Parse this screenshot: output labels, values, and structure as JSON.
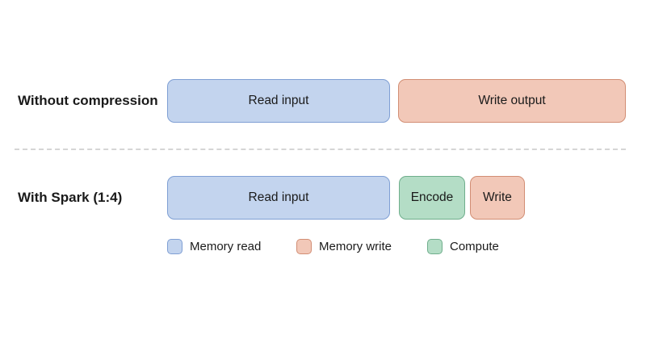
{
  "colors": {
    "background": "#ffffff",
    "text": "#1a1a1a",
    "divider": "#d5d5d5",
    "blue-fill": "#c3d4ee",
    "blue-border": "#7f9fd4",
    "salmon-fill": "#f2c8b8",
    "salmon-border": "#d28e74",
    "green-fill": "#b4ddc6",
    "green-border": "#6fae8c"
  },
  "rows": [
    {
      "label": "Without compression",
      "segments": [
        {
          "label": "Read input",
          "type": "memory-read"
        },
        {
          "label": "Write output",
          "type": "memory-write"
        }
      ]
    },
    {
      "label": "With Spark (1:4)",
      "segments": [
        {
          "label": "Read input",
          "type": "memory-read"
        },
        {
          "label": "Encode",
          "type": "compute"
        },
        {
          "label": "Write",
          "type": "memory-write"
        }
      ]
    }
  ],
  "legend": {
    "items": [
      {
        "label": "Memory read",
        "swatch": "memory-read"
      },
      {
        "label": "Memory write",
        "swatch": "memory-write"
      },
      {
        "label": "Compute",
        "swatch": "compute"
      }
    ]
  }
}
